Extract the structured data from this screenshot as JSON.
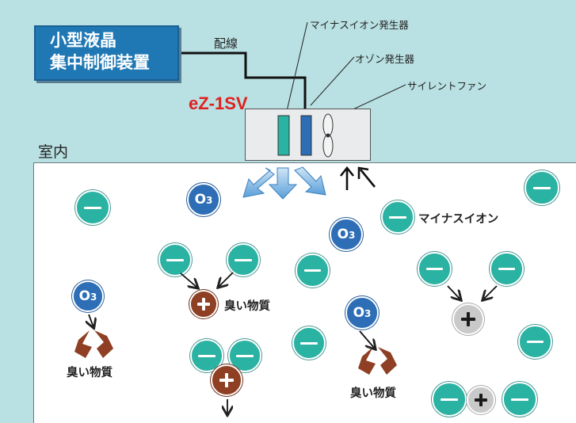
{
  "controller": {
    "line1": "小型液晶",
    "line2": "集中制御装置"
  },
  "wiring_label": "配線",
  "device": {
    "model": "eZ-1SV"
  },
  "callouts": {
    "negative_ion_generator": "マイナスイオン発生器",
    "ozone_generator": "オゾン発生器",
    "silent_fan": "サイレントファン"
  },
  "room_label": "室内",
  "negative_ion_label": "マイナスイオン",
  "odor_label": "臭い物質",
  "ozone_symbol": "O3",
  "colors": {
    "background": "#b9e0e2",
    "controller": "#1f78b4",
    "model_text": "#e1201d",
    "negative_ion": "#2ab2a2",
    "ozone": "#2d6eb6",
    "odor_brown": "#8e3f24",
    "neutral_gray": "#c9c9c9"
  }
}
